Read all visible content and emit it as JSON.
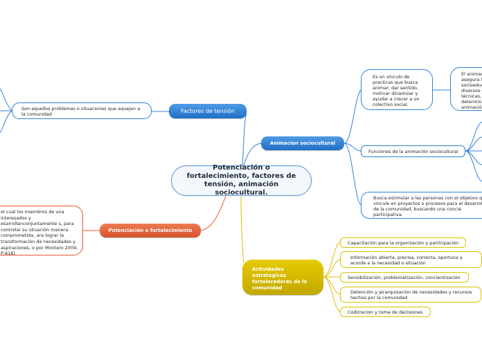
{
  "central": "Potenciación o fortalecimiento, factores de tensión, animación sociocultural.",
  "factores": {
    "title": "Factores de tensión",
    "detail": "Son aquellos problemas o situaciones que aquejan a la comunidad"
  },
  "potenciacion": {
    "title": "Potenciación o fortalecimiento",
    "detail": "el cual los miembros de una interesados y esarrollanconjuntamente s, para controlar su situación manera comprometida, ara lograr la transformación de necesidades y aspiraciones, o por Montero 2009, P,616)"
  },
  "animacion": {
    "title": "Animacion sociocultural",
    "vinculo": "Es un vinculo de practicas que busca animar, dar sentido, motivar  dinamizar y ayudar a crecer a un colectivo social.",
    "asegura": "El animad asegura l socioeduc diversos c técnicas, determina animación",
    "funciones": "Funciones de la animación sociocultural",
    "estimular": "Busca estimular a las personas con el objetivo q se vincule en proyectos o procesos  para el desarrollo de la comunidad, buscando una concie participativa."
  },
  "actividades": {
    "title": "Actividades estrategicas fortalecedoras de la comunidad",
    "items": [
      "Capacitación para la organización y participación",
      "Información abierta, precisa, correcta, oportuna y acorde a la necesidad o situación",
      "Sensibilización, problematización, concientización",
      "Detención y jerarquización de necesidades y recursos hechos por la comunidad",
      "Codirrecion y toma de decisiones"
    ]
  },
  "colors": {
    "blue": "#2f7fd8",
    "orange": "#e8562a",
    "yellow": "#d8c200"
  }
}
